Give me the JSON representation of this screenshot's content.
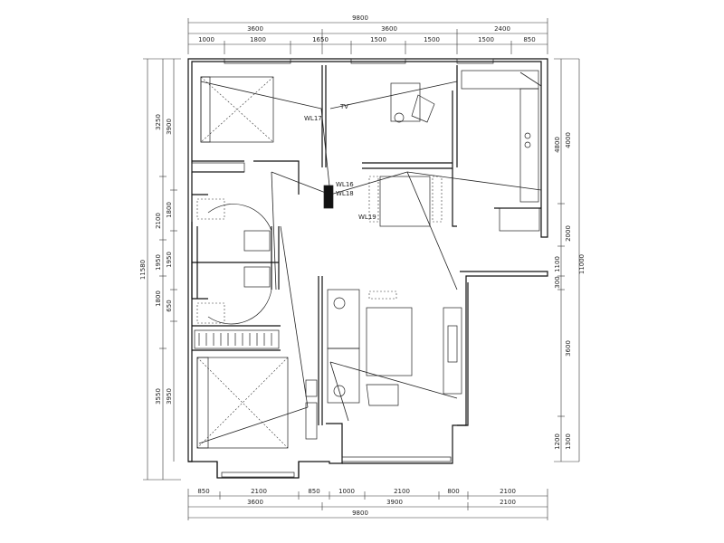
{
  "dims": {
    "top_total": "9800",
    "top_mid": [
      "3600",
      "3600",
      "2400"
    ],
    "top_inner": [
      "1000",
      "1800",
      "1650",
      "1500",
      "1500",
      "1500",
      "850"
    ],
    "bottom_inner": [
      "850",
      "2100",
      "850",
      "1000",
      "2100",
      "800",
      "2100"
    ],
    "bottom_mid": [
      "3600",
      "3900",
      "2100"
    ],
    "bottom_total": "9800",
    "left_total": "11580",
    "left_outer": [
      "3250",
      "2100",
      "1950",
      "1800",
      "3550"
    ],
    "left_inner": [
      "3900",
      "1800",
      "1950",
      "650",
      "3950"
    ],
    "right_inner": [
      "4000",
      "2000",
      "1100",
      "3600",
      "1300"
    ],
    "right_outer": [
      "4800",
      "11000",
      "1200"
    ],
    "right_small": [
      "300"
    ]
  },
  "labels": {
    "wl17": "WL17",
    "tv": "TV",
    "wl16": "WL16",
    "wl18": "WL18",
    "wl19": "WL19"
  }
}
